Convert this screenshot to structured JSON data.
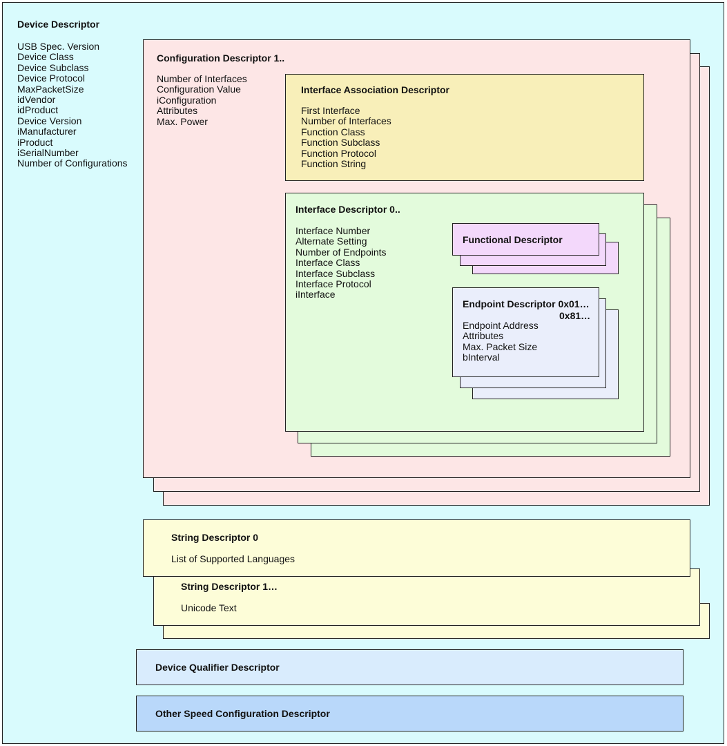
{
  "device": {
    "title": "Device Descriptor",
    "fields": [
      "USB Spec. Version",
      "Device Class",
      "Device Subclass",
      "Device Protocol",
      "MaxPacketSize",
      "idVendor",
      "idProduct",
      "Device Version",
      "iManufacturer",
      "iProduct",
      "iSerialNumber",
      "Number of Configurations"
    ],
    "color": "#d9fbfd"
  },
  "configuration": {
    "title": "Configuration Descriptor 1..",
    "fields": [
      "Number of Interfaces",
      "Configuration Value",
      "iConfiguration",
      "Attributes",
      "Max. Power"
    ],
    "color": "#fde6e6"
  },
  "interface_association": {
    "title": "Interface Association Descriptor",
    "fields": [
      "First Interface",
      "Number of Interfaces",
      "Function Class",
      "Function Subclass",
      "Function Protocol",
      "Function String"
    ],
    "color": "#f8efb9"
  },
  "interface": {
    "title": "Interface Descriptor 0..",
    "fields": [
      "Interface Number",
      "Alternate Setting",
      "Number of Endpoints",
      "Interface Class",
      "Interface Subclass",
      "Interface Protocol",
      "iInterface"
    ],
    "color": "#e3fbdc"
  },
  "functional": {
    "title": "Functional Descriptor",
    "color": "#f3d8fb"
  },
  "endpoint": {
    "title_line1": "Endpoint Descriptor 0x01…",
    "title_line2": "0x81…",
    "fields": [
      "Endpoint Address",
      "Attributes",
      "Max. Packet Size",
      "bInterval"
    ],
    "color": "#eaeefb"
  },
  "string0": {
    "title": "String Descriptor 0",
    "fields": [
      "List of Supported Languages"
    ],
    "color": "#fdfdd8"
  },
  "string1": {
    "title": "String Descriptor 1…",
    "fields": [
      "Unicode Text"
    ],
    "color": "#fdfdd8"
  },
  "device_qualifier": {
    "title": "Device Qualifier Descriptor",
    "color": "#d9ecfd"
  },
  "other_speed": {
    "title": "Other Speed Configuration Descriptor",
    "color": "#b9d8fa"
  }
}
